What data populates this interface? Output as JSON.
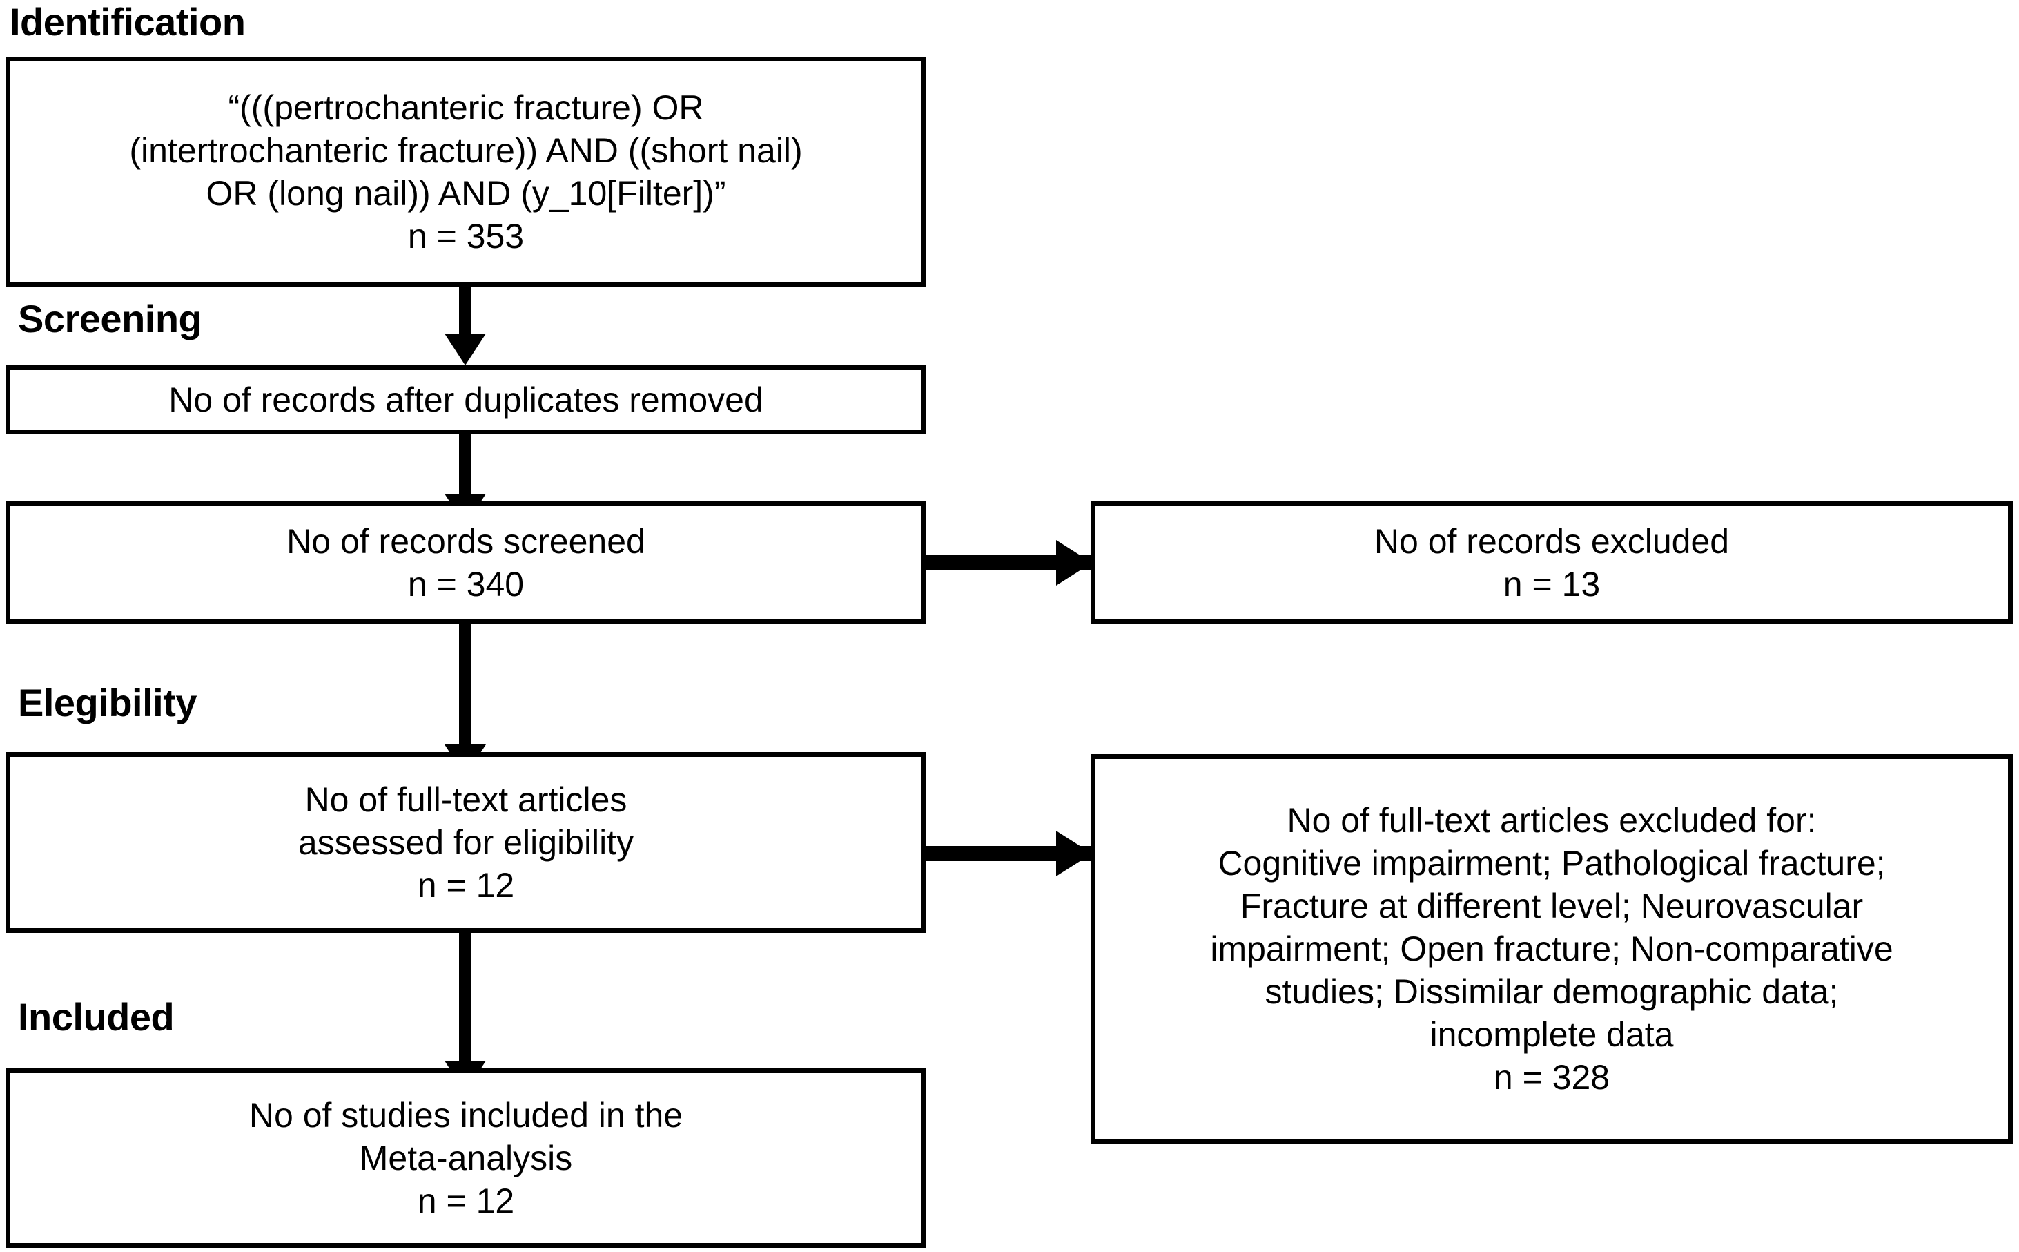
{
  "diagram": {
    "type": "prisma-flow-diagram",
    "stages": [
      {
        "id": "identification",
        "label": "Identification"
      },
      {
        "id": "screening",
        "label": "Screening"
      },
      {
        "id": "eligibility",
        "label": "Elegibility"
      },
      {
        "id": "included",
        "label": "Included"
      }
    ],
    "boxes": {
      "search_query": {
        "lines": [
          "“(((pertrochanteric fracture) OR",
          "(intertrochanteric fracture)) AND ((short nail)",
          "OR (long nail)) AND (y_10[Filter])”",
          "n = 353"
        ]
      },
      "duplicates_removed": {
        "lines": [
          "No of records after duplicates removed"
        ]
      },
      "records_screened": {
        "lines": [
          "No of records screened",
          "n = 340"
        ]
      },
      "records_excluded": {
        "lines": [
          "No of records excluded",
          "n = 13"
        ]
      },
      "fulltext_assessed": {
        "lines": [
          "No of full-text articles",
          "assessed for eligibility",
          "n = 12"
        ]
      },
      "fulltext_excluded": {
        "lines": [
          "No of full-text articles excluded for:",
          "Cognitive impairment; Pathological fracture;",
          "Fracture at different level; Neurovascular",
          "impairment; Open fracture; Non-comparative",
          "studies; Dissimilar demographic data;",
          "incomplete data",
          "n = 328"
        ]
      },
      "studies_included": {
        "lines": [
          "No of studies included in the",
          "Meta-analysis",
          "n = 12"
        ]
      }
    },
    "colors": {
      "stroke": "#000000",
      "background": "#ffffff",
      "text": "#000000"
    }
  }
}
